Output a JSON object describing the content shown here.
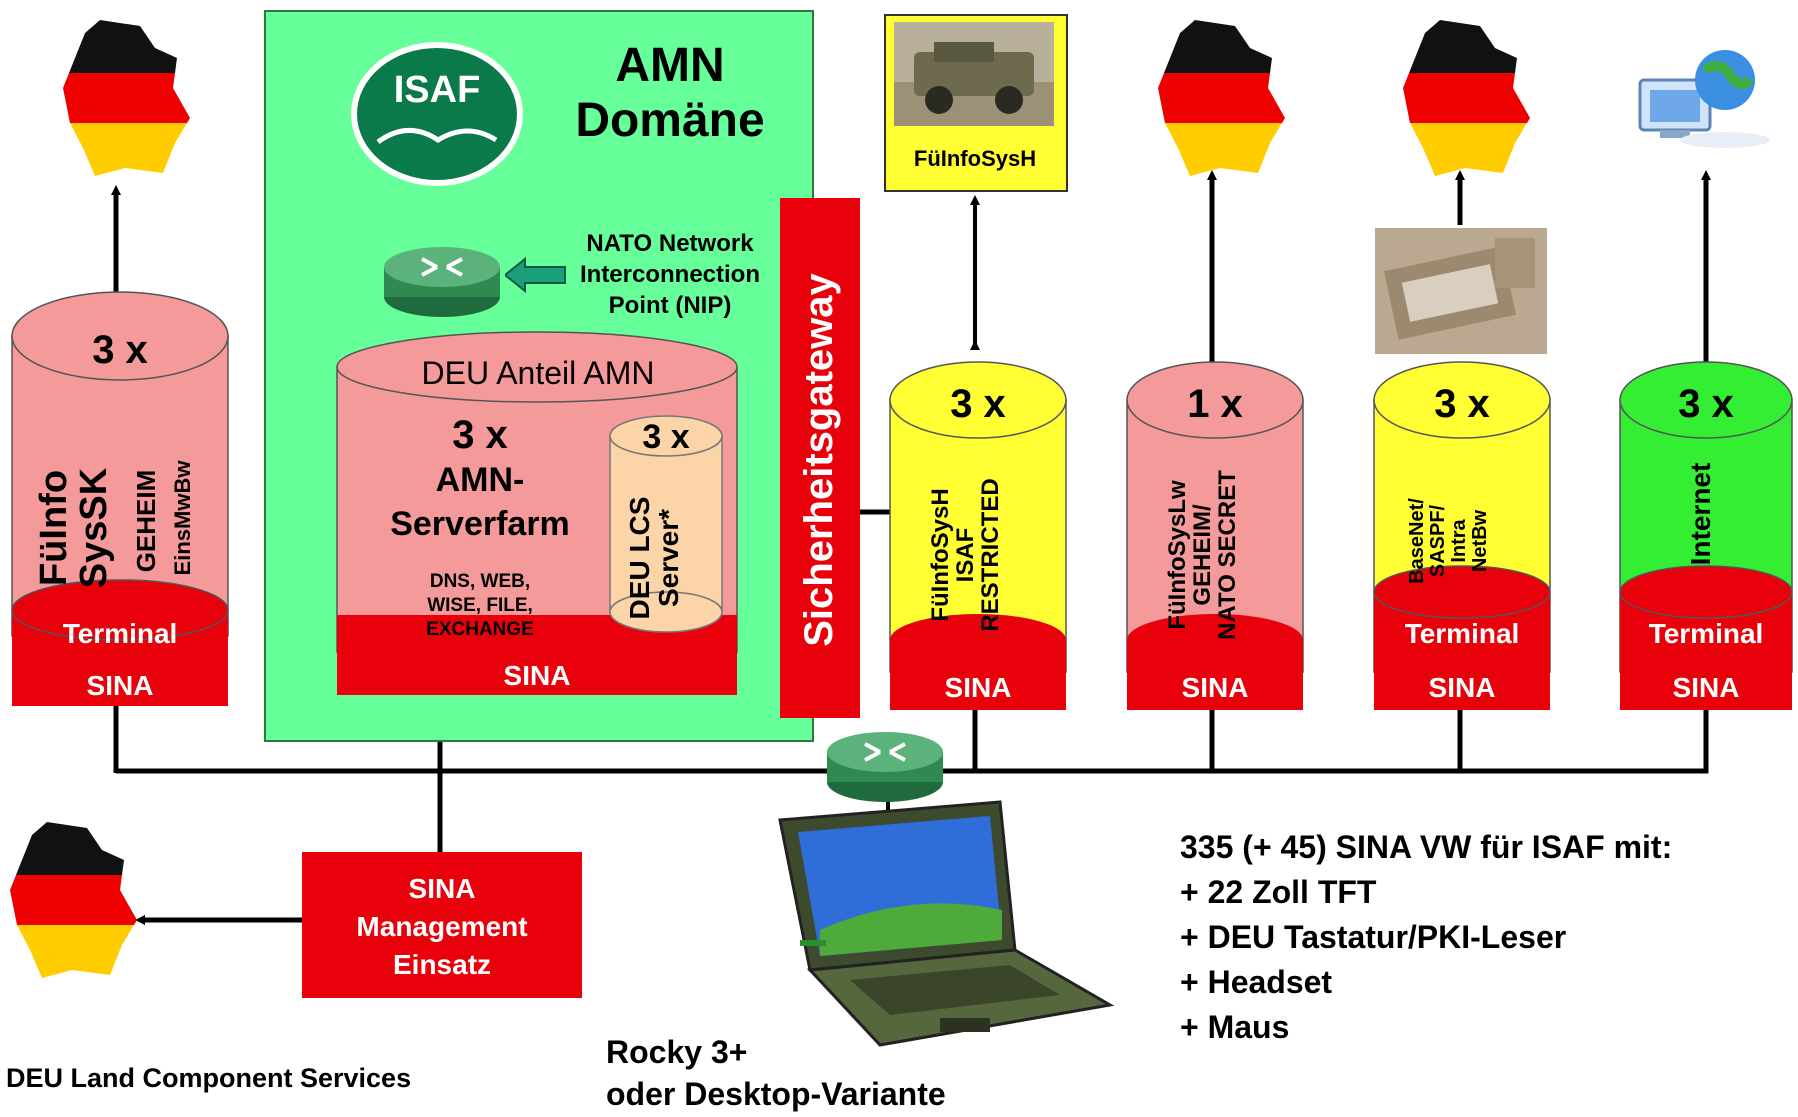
{
  "colors": {
    "red_db": "#f49a9a",
    "yellow_db": "#ffff33",
    "green_db": "#33ee33",
    "sina_red": "#e8000b",
    "amn_green": "#66ff99",
    "orange_db": "#fbd5a8"
  },
  "amn": {
    "title": "AMN\nDomäne",
    "nip_label": "NATO Network\nInterconnection\nPoint (NIP)",
    "isaf_logo_text": "ISAF"
  },
  "gateway_label": "Sicherheitsgateway",
  "fuelinfosysh_box": {
    "label": "FüInfoSysH"
  },
  "deu_amn": {
    "top_label": "DEU Anteil AMN",
    "count": "3 x",
    "farm_label": "AMN-\nServerfarm",
    "services": "DNS, WEB,\nWISE, FILE,\nEXCHANGE",
    "sina": "SINA"
  },
  "lcs": {
    "count": "3 x",
    "label": "DEU LCS\nServer*"
  },
  "db1": {
    "count": "3 x",
    "label_big": "FüInfo\nSysSK",
    "label_small": "GEHEIM",
    "label_tiny": "EinsMwBw",
    "terminal": "Terminal",
    "sina": "SINA"
  },
  "db2": {
    "count": "3 x",
    "label": "FüInfoSysH\nISAF\nRESTRICTED",
    "sina": "SINA"
  },
  "db3": {
    "count": "1 x",
    "label": "FüInfoSysLw\nGEHEIM/\nNATO SECRET",
    "sina": "SINA"
  },
  "db4": {
    "count": "3 x",
    "label": "BaseNet/\nSASPF/\nIntra\nNetBw",
    "terminal": "Terminal",
    "sina": "SINA"
  },
  "db5": {
    "count": "3 x",
    "label": "Internet",
    "terminal": "Terminal",
    "sina": "SINA"
  },
  "sina_mgmt": {
    "label": "SINA\nManagement\nEinsatz"
  },
  "laptop_caption": "Rocky 3+\noder Desktop-Variante",
  "footer_left": "DEU Land Component Services",
  "info": {
    "heading": "335 (+ 45) SINA VW für ISAF mit:",
    "items": [
      "+ 22 Zoll TFT",
      "+ DEU Tastatur/PKI-Leser",
      "+ Headset",
      "+ Maus"
    ]
  }
}
